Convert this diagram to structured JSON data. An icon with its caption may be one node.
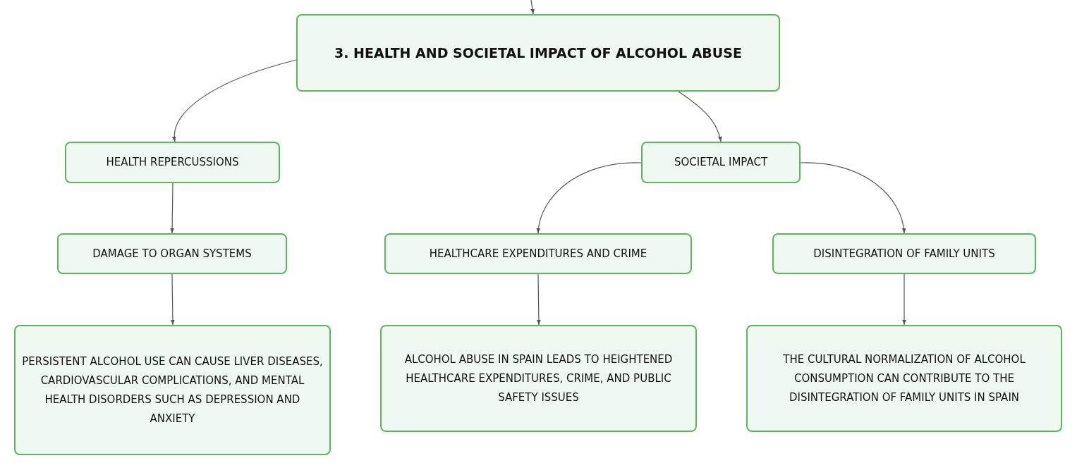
{
  "diagram": {
    "nodes": [
      {
        "text": [
          "3. HEALTH AND SOCIETAL IMPACT OF ALCOHOL ABUSE"
        ]
      },
      {
        "text": [
          "HEALTH REPERCUSSIONS"
        ]
      },
      {
        "text": [
          "SOCIETAL IMPACT"
        ]
      },
      {
        "text": [
          "DAMAGE TO ORGAN SYSTEMS"
        ]
      },
      {
        "text": [
          "HEALTHCARE EXPENDITURES AND CRIME"
        ]
      },
      {
        "text": [
          "DISINTEGRATION OF FAMILY UNITS"
        ]
      },
      {
        "text": [
          "PERSISTENT ALCOHOL USE CAN CAUSE LIVER DISEASES, CARDIOVASCULAR COMPLICATIONS, AND MENTAL HEALTH DISORDERS SUCH AS DEPRESSION AND ANXIETY"
        ]
      },
      {
        "text": [
          "ALCOHOL ABUSE IN SPAIN LEADS TO HEIGHTENED HEALTHCARE EXPENDITURES, CRIME, AND PUBLIC SAFETY ISSUES"
        ]
      },
      {
        "text": [
          "THE CULTURAL NORMALIZATION OF ALCOHOL CONSUMPTION CAN CONTRIBUTE TO THE DISINTEGRATION OF FAMILY UNITS IN SPAIN"
        ]
      }
    ],
    "edges": [
      {
        "from": null,
        "to": 0,
        "arrow": "to"
      },
      {
        "from": 0,
        "to": 1,
        "arrow": "to"
      },
      {
        "from": 0,
        "to": 2,
        "arrow": "to"
      },
      {
        "from": 1,
        "to": 3,
        "arrow": "to"
      },
      {
        "from": 2,
        "to": 4,
        "arrow": "to"
      },
      {
        "from": 2,
        "to": 5,
        "arrow": "to"
      },
      {
        "from": 3,
        "to": 6,
        "arrow": "to"
      },
      {
        "from": 4,
        "to": 7,
        "arrow": "to"
      },
      {
        "from": 5,
        "to": 8,
        "arrow": "to"
      }
    ]
  }
}
